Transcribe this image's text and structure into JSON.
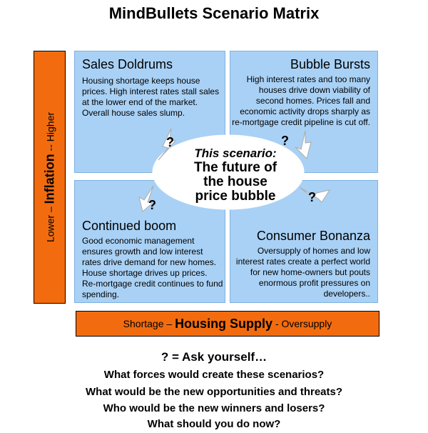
{
  "title": "MindBullets Scenario Matrix",
  "quadrants": {
    "top_left": {
      "title": "Sales Doldrums",
      "desc": "Housing shortage keeps house prices. High interest rates stall sales at the lower end of the market. Overall house sales slump."
    },
    "top_right": {
      "title": "Bubble Bursts",
      "desc": "High interest rates and too many houses drive down viability of second homes. Prices fall and economic activity drops sharply as re-mortgage credit pipeline is cut off."
    },
    "bottom_left": {
      "title": "Continued boom",
      "desc": "Good economic management ensures growth and low interest rates drive demand for new homes. House shortage drives up prices. Re-mortgage credit continues to fund spending."
    },
    "bottom_right": {
      "title": "Consumer Bonanza",
      "desc": "Oversupply of homes and low interest rates create a perfect world for new home-owners but pouts enormous profit pressures on developers.."
    }
  },
  "vertical_axis": {
    "low": "Lower –",
    "main": "Inflation",
    "high": "-- Higher"
  },
  "horizontal_axis": {
    "low": "Shortage –",
    "main": "Housing Supply",
    "high": "- Oversupply"
  },
  "center": {
    "scenario_label": "This scenario:",
    "lines": [
      "The future of",
      "the house",
      "price bubble"
    ]
  },
  "question_mark": "?",
  "footer": {
    "heading": "? = Ask yourself…",
    "questions": [
      "What forces would create these scenarios?",
      "What would be the new opportunities and threats?",
      "Who would be the new winners and losers?",
      "What should you do now?"
    ]
  },
  "colors": {
    "quadrant_fill": "#a9d1f5",
    "axis_bar_fill": "#f26c0f",
    "center_fill": "#ffffff"
  }
}
